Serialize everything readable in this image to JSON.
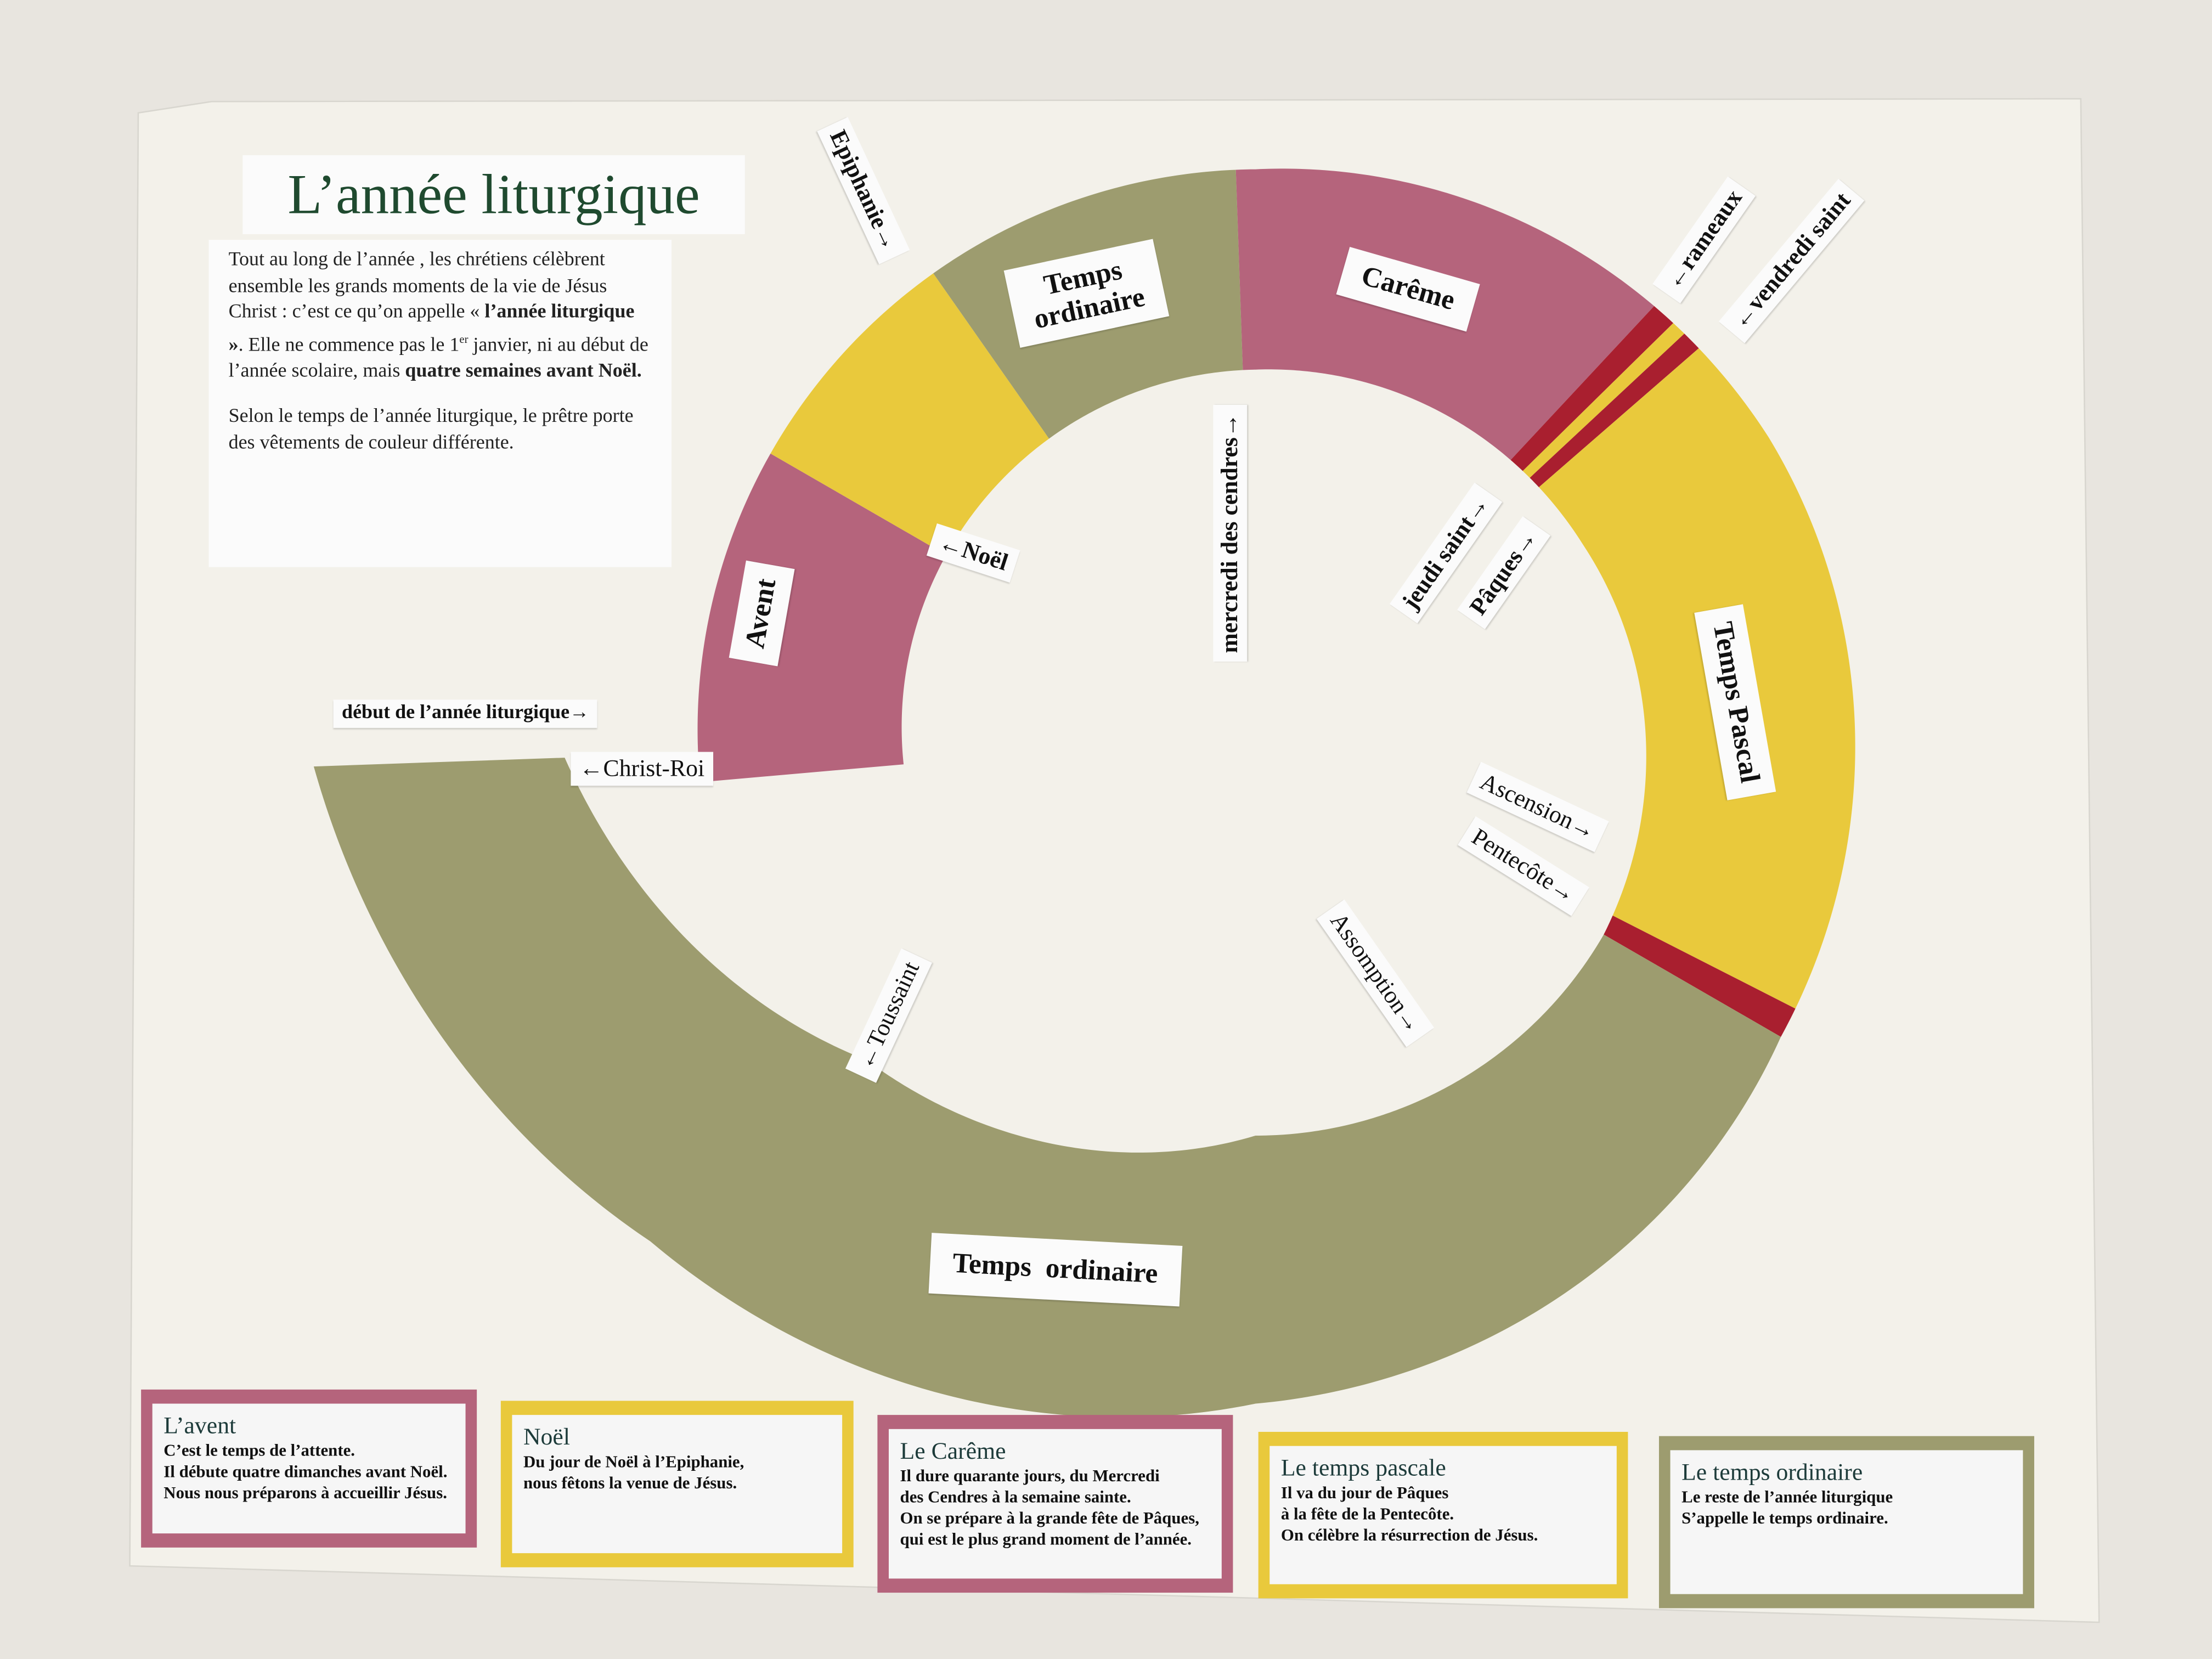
{
  "title": "L’année liturgique",
  "intro": {
    "p1_a": "Tout au long de l’année , les chrétiens célèbrent ensemble les grands moments de la vie de Jésus Christ : c’est ce qu’on appelle « ",
    "p1_b": "l’année liturgique »",
    "p1_c": ". Elle ne commence pas le 1",
    "p1_sup": "er",
    "p1_d": " janvier, ni au début de l’année scolaire, mais ",
    "p1_e": "quatre semaines avant Noël.",
    "p2": "Selon le temps de l’année liturgique, le prêtre porte des vêtements de couleur différente."
  },
  "colors": {
    "violet": "#b5647c",
    "yellow": "#e9c93c",
    "green": "#9d9c6f",
    "red": "#a91f2f",
    "poster": "#f3f1ea",
    "title": "#1f4a2f"
  },
  "seasons": [
    {
      "name": "Avent",
      "color": "violet"
    },
    {
      "name": "Noël",
      "color": "yellow"
    },
    {
      "name": "Temps ordinaire",
      "color": "green"
    },
    {
      "name": "Carême",
      "color": "violet"
    },
    {
      "name": "rameaux",
      "color": "red"
    },
    {
      "name": "Pâques",
      "color": "yellow"
    },
    {
      "name": "vendredi saint",
      "color": "red"
    },
    {
      "name": "Temps Pascal",
      "color": "yellow"
    },
    {
      "name": "Pentecôte",
      "color": "red"
    },
    {
      "name": "Temps ordinaire",
      "color": "green"
    }
  ],
  "labels": {
    "epiphanie": "Epiphanie→",
    "temps_ordinaire_top_1": "Temps",
    "temps_ordinaire_top_2": "ordinaire",
    "careme": "Carême",
    "rameaux": "←rameaux",
    "vendredi_saint": "←vendredi saint",
    "mercredi_cendres": "mercredi des cendres→",
    "jeudi_saint": "jeudi saint→",
    "paques": "Pâques→",
    "temps_pascal": "Temps Pascal",
    "noel": "←Noël",
    "avent": "Avent",
    "debut": "début de l’année liturgique→",
    "christ_roi": "←Christ-Roi",
    "ascension": "Ascension→",
    "pentecote": "Pentecôte→",
    "assomption": "Assomption→",
    "toussaint": "←Toussaint",
    "temps_ordinaire_bottom": "Temps  ordinaire"
  },
  "legend": [
    {
      "title": "L’avent",
      "lines": [
        "C’est le temps de l’attente.",
        "Il débute quatre dimanches avant Noël.",
        "Nous nous préparons à accueillir Jésus."
      ],
      "color": "violet"
    },
    {
      "title": "Noël",
      "lines": [
        "Du jour de Noël à l’Epiphanie,",
        "nous fêtons la venue de Jésus."
      ],
      "color": "yellow"
    },
    {
      "title": "Le Carême",
      "lines": [
        "Il dure quarante jours, du Mercredi",
        "des Cendres à la semaine sainte.",
        "On se prépare à la grande fête de Pâques,",
        "qui est le plus grand moment de l’année."
      ],
      "color": "violet"
    },
    {
      "title": "Le temps pascale",
      "lines": [
        "Il va du jour de Pâques",
        "à la fête de la Pentecôte.",
        "On célèbre la résurrection de Jésus."
      ],
      "color": "yellow"
    },
    {
      "title": "Le temps ordinaire",
      "lines": [
        "Le reste de l’année liturgique",
        "S’appelle le temps ordinaire."
      ],
      "color": "green"
    }
  ]
}
